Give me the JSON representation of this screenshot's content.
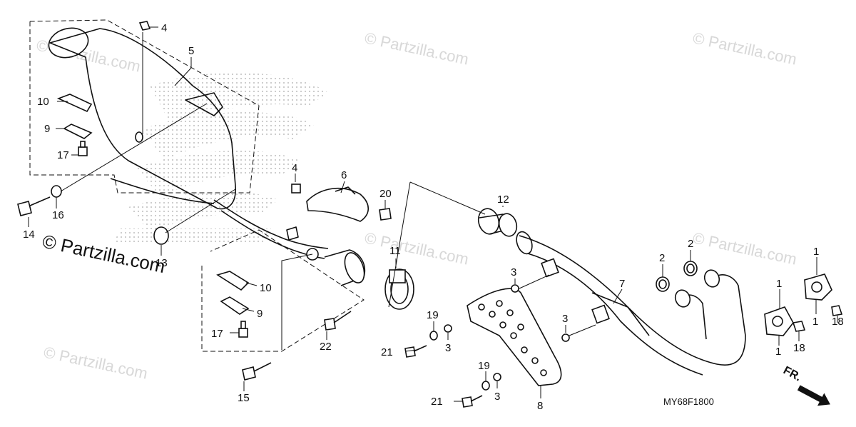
{
  "watermarks": [
    "© Partzilla.com",
    "© Partzilla.com",
    "© Partzilla.com",
    "© Partzilla.com",
    "© Partzilla.com",
    "© Partzilla.com"
  ],
  "main_watermark": "© Partzilla.com",
  "diagram_code": "MY68F1800",
  "direction_label": "FR.",
  "callouts": {
    "c4a": "4",
    "c5": "5",
    "c10a": "10",
    "c9a": "9",
    "c17a": "17",
    "c16": "16",
    "c14": "14",
    "c13": "13",
    "c4b": "4",
    "c6": "6",
    "c20": "20",
    "c12": "12",
    "c11": "11",
    "c10b": "10",
    "c9b": "9",
    "c17b": "17",
    "c22": "22",
    "c15": "15",
    "c3a": "3",
    "c19a": "19",
    "c3b": "3",
    "c21a": "21",
    "c7": "7",
    "c3c": "3",
    "c19b": "19",
    "c3d": "3",
    "c21b": "21",
    "c8": "8",
    "c2a": "2",
    "c2b": "2",
    "c1a": "1",
    "c1b": "1",
    "c1c": "1",
    "c1d": "1",
    "c18a": "18",
    "c18b": "18"
  }
}
